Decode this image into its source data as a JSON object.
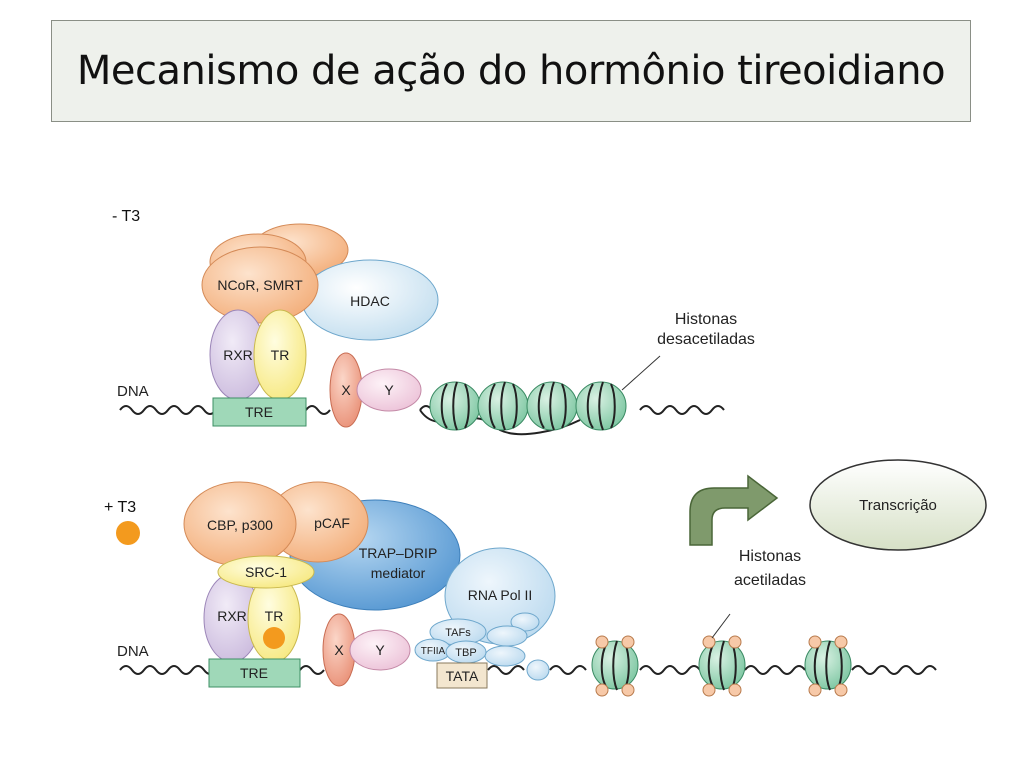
{
  "slide": {
    "title": "Mecanismo de ação do hormônio tireoidiano"
  },
  "states": {
    "minus_t3": "- T3",
    "plus_t3": "+ T3"
  },
  "top_panel": {
    "dna": "DNA",
    "corepressor": "NCoR, SMRT",
    "hdac": "HDAC",
    "rxr": "RXR",
    "tr": "TR",
    "tre": "TRE",
    "x": "X",
    "y": "Y",
    "histone_label_line1": "Histonas",
    "histone_label_line2": "desacetiladas"
  },
  "bottom_panel": {
    "dna": "DNA",
    "cbp": "CBP, p300",
    "pcaf": "pCAF",
    "trap_line1": "TRAP–DRIP",
    "trap_line2": "mediator",
    "src1": "SRC-1",
    "rxr": "RXR",
    "tr": "TR",
    "tre": "TRE",
    "x": "X",
    "y": "Y",
    "rna_pol": "RNA Pol II",
    "tafs": "TAFs",
    "tfiia": "TFIIA",
    "tbp": "TBP",
    "tata": "TATA",
    "histone_label_line1": "Histonas",
    "histone_label_line2": "acetiladas"
  },
  "outcome": {
    "transcription": "Transcrição"
  },
  "colors": {
    "orange_protein": "#f5b98a",
    "hdac_blue": "#cfe6f2",
    "rxr_purple": "#d8cce6",
    "tr_yellow": "#fbf2a3",
    "tre_green": "#9fd8b8",
    "x_salmon": "#eea28c",
    "y_pink": "#f3d2e2",
    "histone_green": "#a6dcc0",
    "trap_blue": "#5aa0d8",
    "t3_orange": "#f39a1e",
    "arrow_green": "#7f9a6c",
    "transcription_fill": "#e4ead8"
  }
}
